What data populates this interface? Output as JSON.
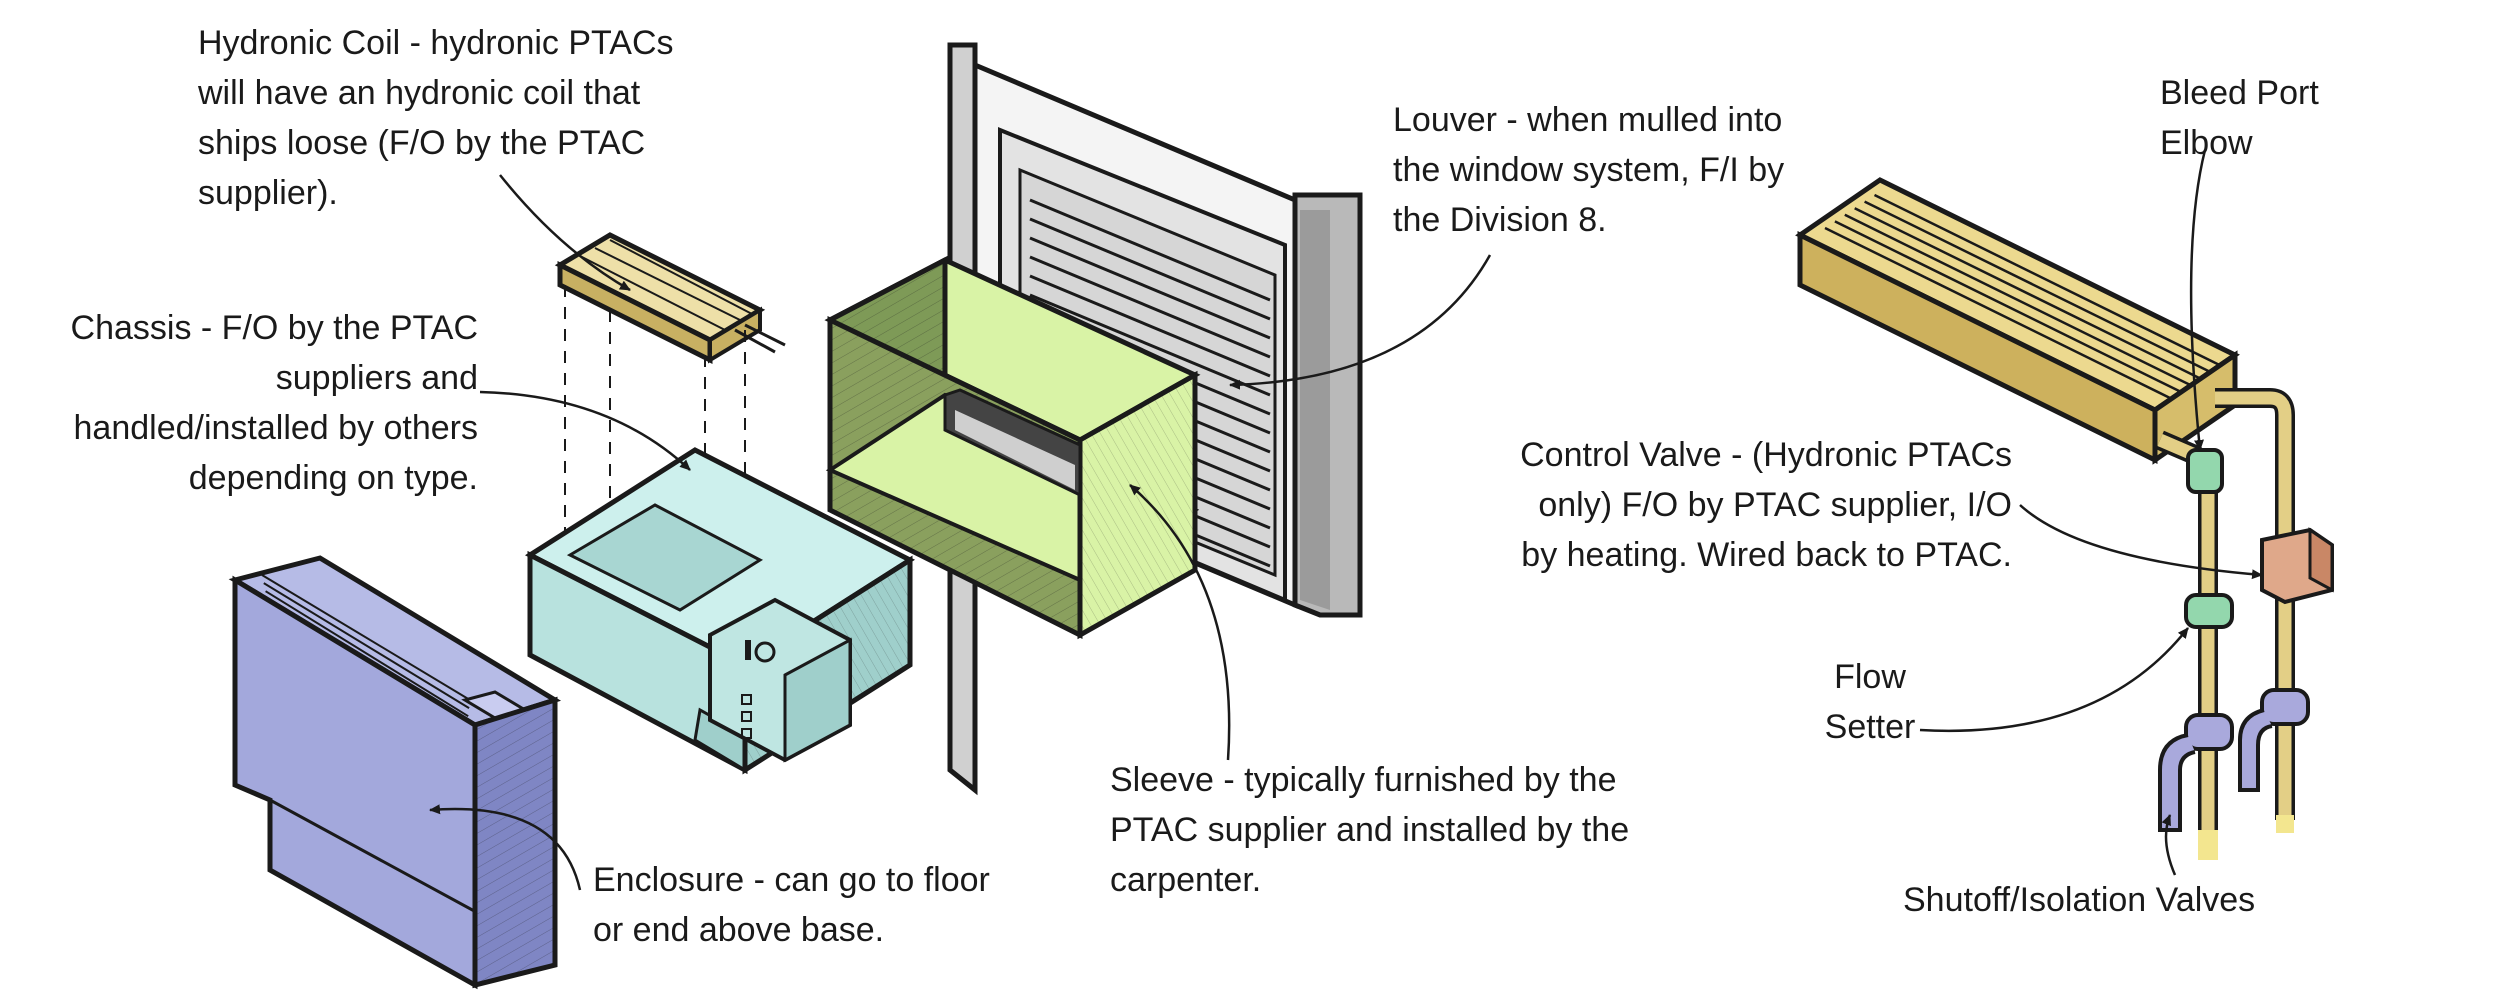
{
  "colors": {
    "ink": "#1a1a1a",
    "coil": "#e9d58f",
    "coil_dark": "#c8b062",
    "chassis": "#c8efec",
    "chassis_dark": "#9fcfcb",
    "enclosure": "#a3a8dc",
    "enclosure_dark": "#7f86c4",
    "sleeve": "#d9f3a6",
    "sleeve_dark": "#8aa05e",
    "louver": "#e6e6e6",
    "frame": "#b9b9b9",
    "pipe": "#e3cf86",
    "valve": "#a9a9dc",
    "control_valve": "#93d7ad",
    "bleed_box": "#dfa88a"
  },
  "callouts": {
    "hydronic_coil": [
      "Hydronic Coil - hydronic PTACs",
      "will have an hydronic coil that",
      "ships loose (F/O by the PTAC",
      "supplier)."
    ],
    "chassis": [
      "Chassis - F/O by the PTAC",
      "suppliers and",
      "handled/installed by others",
      "depending on type."
    ],
    "louver": [
      "Louver - when mulled into",
      "the window system, F/I by",
      "the Division 8."
    ],
    "sleeve": [
      "Sleeve - typically furnished by the",
      "PTAC supplier and installed by the",
      "carpenter."
    ],
    "enclosure": [
      "Enclosure - can go to floor",
      "or end above base."
    ],
    "bleed_port": [
      "Bleed Port",
      "Elbow"
    ],
    "control_valve": [
      "Control Valve - (Hydronic PTACs",
      "only) F/O by PTAC supplier, I/O",
      "by heating. Wired back to PTAC."
    ],
    "flow_setter": [
      "Flow",
      "Setter"
    ],
    "shutoff": [
      "Shutoff/Isolation Valves"
    ]
  }
}
